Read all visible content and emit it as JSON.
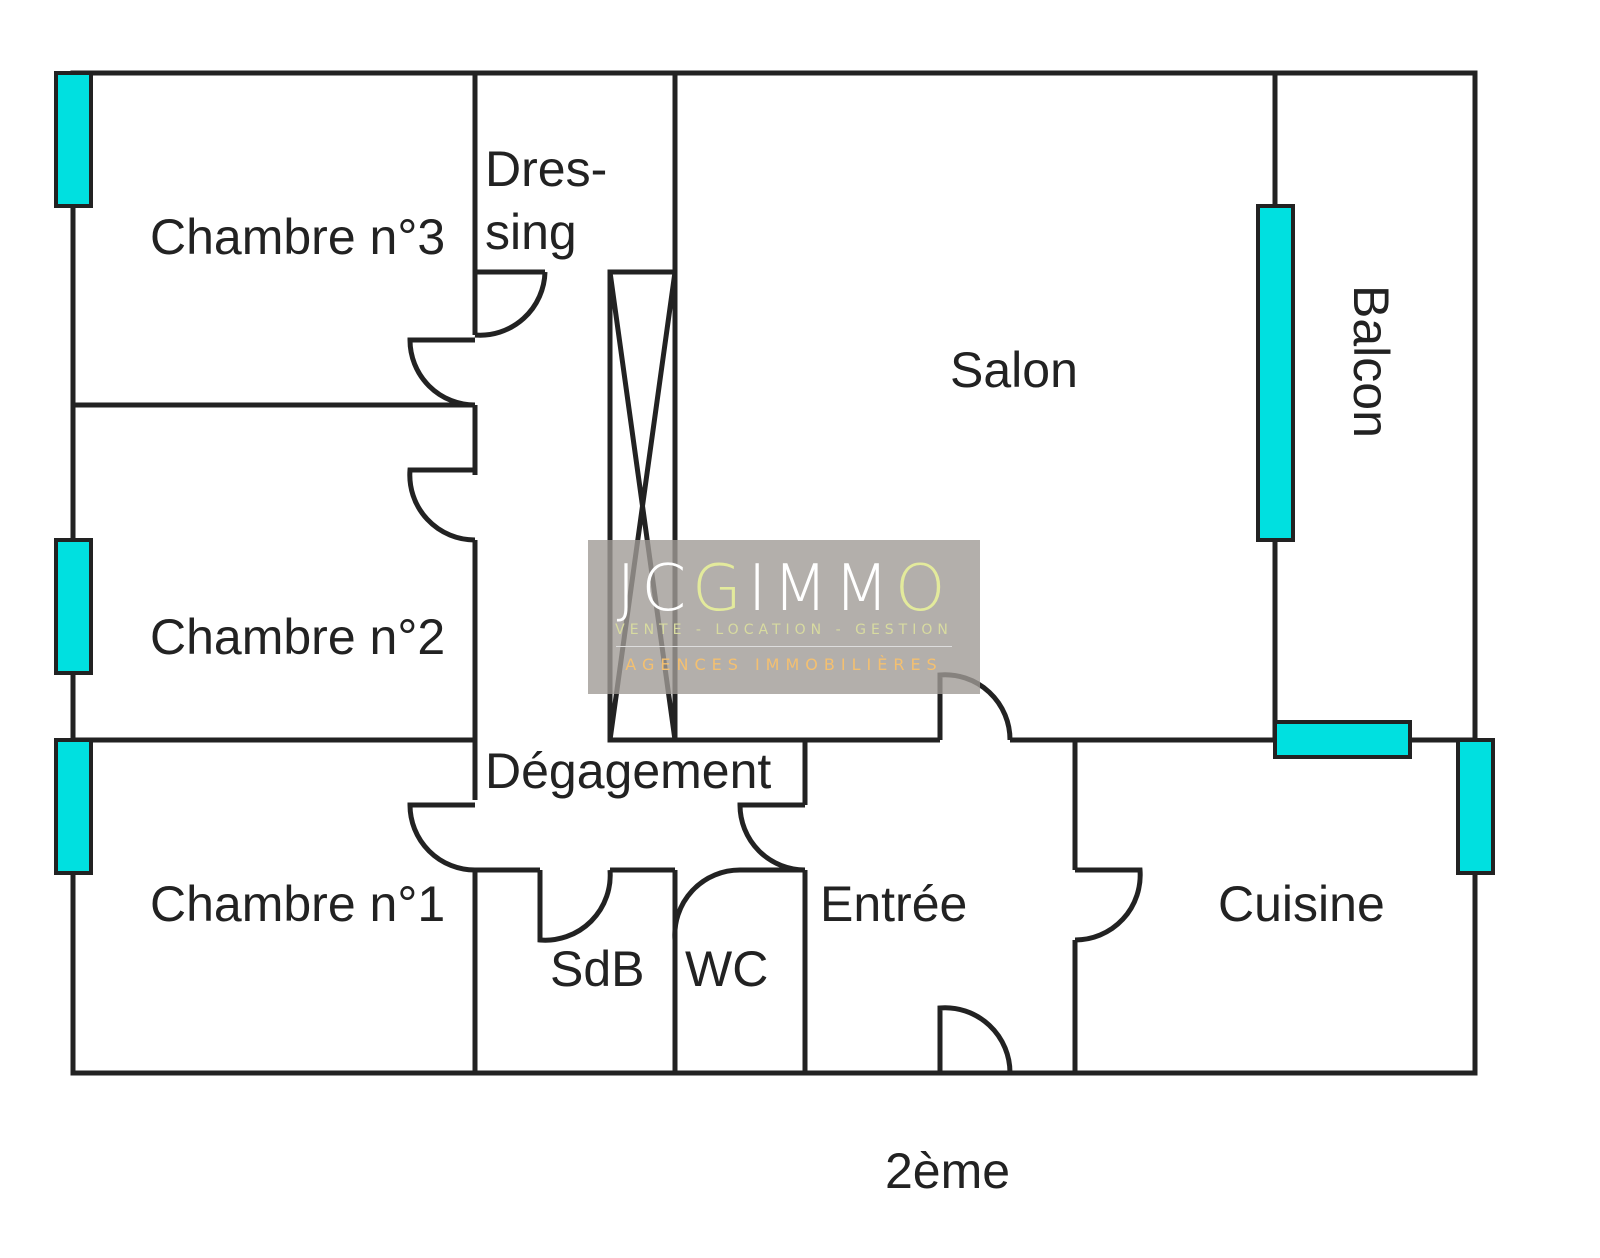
{
  "rooms": {
    "chambre3": "Chambre n°3",
    "dressing1": "Dres-",
    "dressing2": "sing",
    "salon": "Salon",
    "balcon": "Balcon",
    "chambre2": "Chambre n°2",
    "degagement": "Dégagement",
    "chambre1": "Chambre n°1",
    "sdb": "SdB",
    "wc": "WC",
    "entree": "Entrée",
    "cuisine": "Cuisine"
  },
  "floor": "2ème",
  "watermark": {
    "logo_a": "JC",
    "logo_b": "G",
    "logo_c": "IMM",
    "logo_d": "O",
    "tagline": "VENTE - LOCATION - GESTION",
    "subtitle": "AGENCES IMMOBILIÈRES"
  },
  "colors": {
    "wall": "#222222",
    "window": "#00e0e0"
  }
}
